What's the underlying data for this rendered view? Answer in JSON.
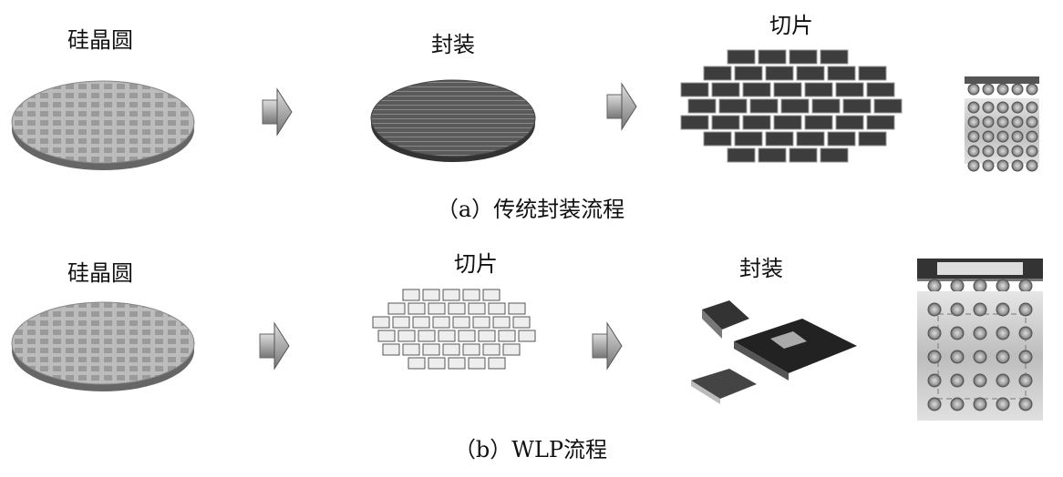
{
  "row_a": {
    "step1": "硅晶圆",
    "step2": "封装",
    "step3": "切片",
    "caption": "（a）传统封装流程"
  },
  "row_b": {
    "step1": "硅晶圆",
    "step2": "切片",
    "step3": "封装",
    "caption": "（b）WLP流程"
  }
}
